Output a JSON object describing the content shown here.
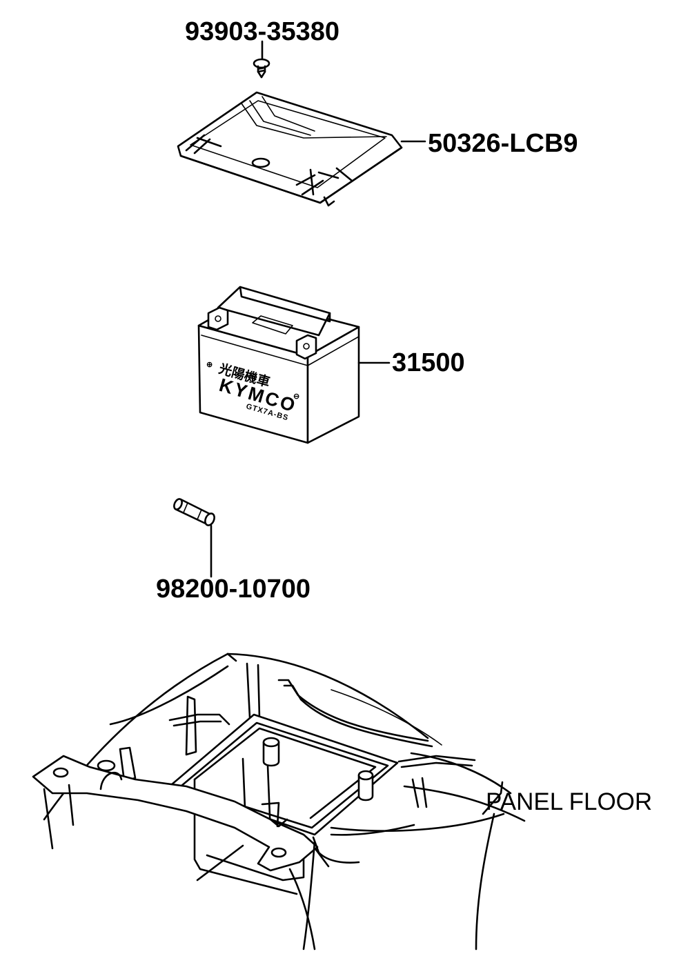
{
  "parts": {
    "screw": {
      "part_number": "93903-35380"
    },
    "battery_cover": {
      "part_number": "50326-LCB9"
    },
    "battery": {
      "part_number": "31500",
      "brand_cjk": "光陽機車",
      "brand_name": "KYMCO",
      "model": "GTX7A-BS",
      "terminal_positive": "⊕",
      "terminal_negative": "⊖"
    },
    "fuse": {
      "part_number": "98200-10700"
    }
  },
  "section": {
    "label": "PANEL FLOOR"
  }
}
